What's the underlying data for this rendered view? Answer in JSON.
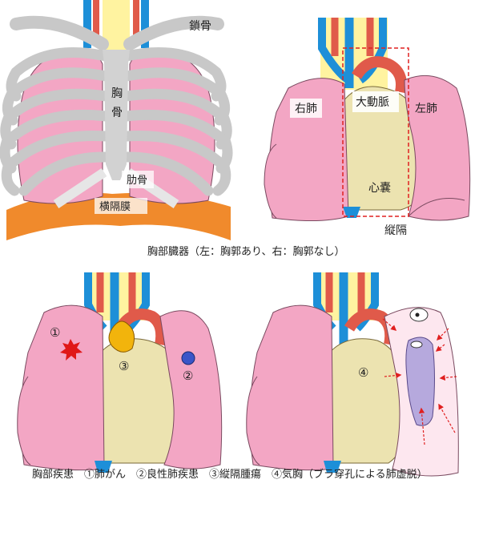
{
  "top_left": {
    "label_clavicle": "鎖骨",
    "label_sternum_1": "胸",
    "label_sternum_2": "骨",
    "label_rib": "肋骨",
    "label_diaphragm": "横隔膜"
  },
  "top_right": {
    "label_right_lung": "右肺",
    "label_aorta": "大動脈",
    "label_left_lung": "左肺",
    "label_pericardium": "心嚢",
    "label_mediastinum": "縦隔"
  },
  "caption_top": "胸部臓器（左：胸郭あり、右：胸郭なし）",
  "bottom_left": {
    "marker_1": "①",
    "marker_2": "②",
    "marker_3": "③"
  },
  "bottom_right": {
    "marker_4": "④"
  },
  "caption_bottom": "胸部疾患　①肺がん　②良性肺疾患　③縦隔腫瘍　④気胸（ブラ穿孔による肺虚脱）",
  "colors": {
    "lung": "#f3a6c4",
    "lung_stroke": "#7a4a60",
    "heart": "#ece3b0",
    "bone": "#c8c8c8",
    "vessel_blue": "#1d8fd8",
    "vessel_red": "#e05a4a",
    "trachea": "#fff3a0",
    "diaphragm": "#f08a2c",
    "mediastinum_box": "#e02020",
    "tumor": "#f2b40c",
    "benign": "#3a55c8",
    "cancer": "#e01818",
    "collapsed_lung": "#b6a9dd",
    "pleural_space": "#fde7ef"
  }
}
